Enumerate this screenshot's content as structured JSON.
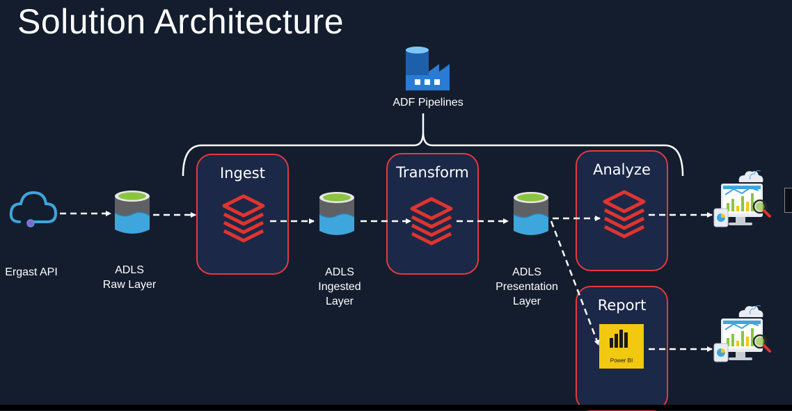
{
  "slide": {
    "title": "Solution Architecture"
  },
  "orchestrator": {
    "label": "ADF Pipelines",
    "icon": "data-factory-icon"
  },
  "source": {
    "label": "Ergast API",
    "icon": "cloud-api-icon"
  },
  "storage": {
    "raw": {
      "line1": "ADLS",
      "line2": "Raw Layer"
    },
    "ingested": {
      "line1": "ADLS",
      "line2": "Ingested",
      "line3": "Layer"
    },
    "presentation": {
      "line1": "ADLS",
      "line2": "Presentation",
      "line3": "Layer"
    }
  },
  "stages": {
    "ingest": {
      "title": "Ingest"
    },
    "transform": {
      "title": "Transform"
    },
    "analyze": {
      "title": "Analyze"
    },
    "report": {
      "title": "Report",
      "product": "Power BI"
    }
  },
  "colors": {
    "background": "#141d2e",
    "stage_border": "#e5393f",
    "databricks_red": "#e0342f",
    "adls_green": "#8bc53f",
    "adls_blue": "#3ea6dd",
    "powerbi_yellow": "#f2c811"
  }
}
